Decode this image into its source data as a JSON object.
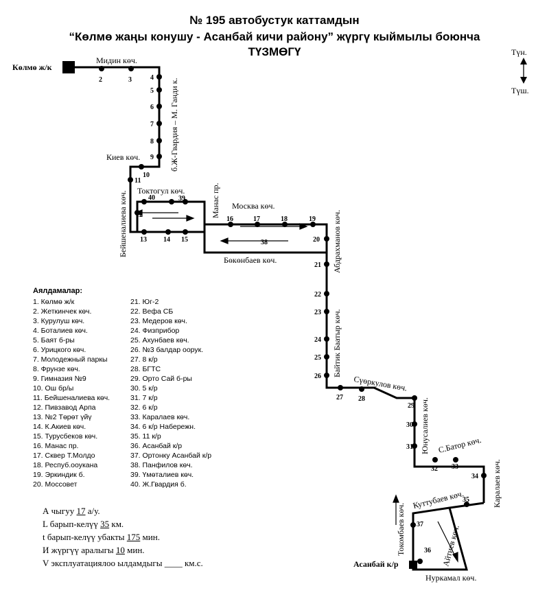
{
  "title": {
    "line1": "№ 195 автобустук каттамдын",
    "line2": "“Көлмө жаңы конушу - Асанбай кичи району” жүргү кыймылы боюнча",
    "line3": "ТҮЗМӨГҮ"
  },
  "compass": {
    "north": "Түн.",
    "south": "Түш."
  },
  "terminals": {
    "start": "Көлмө ж/к",
    "end": "Асанбай к/р"
  },
  "streets": {
    "midin": "Мидин көч.",
    "gandi": "б.Ж-Гвардия – М. Ганди к.",
    "kiev": "Киев көч.",
    "beishenalieva": "Бейшеналиева көч.",
    "toktogul": "Токтогул көч.",
    "manas": "Манас пр.",
    "moskva": "Москва көч.",
    "bokonbaev": "Бөкөнбаев көч.",
    "abdrakhmanov": "Абдрахманов көч.",
    "baitik": "Байтик Баатыр көч.",
    "suerkulov": "Сүөркулов көч.",
    "yunusaliev": "Юнусалиев көч.",
    "sbator": "С.Батор көч.",
    "karalaev": "Каралаев көч.",
    "kuttubaev": "Куттубаев көч.",
    "tokombaev": "Токомбаев көч.",
    "aitiev": "Айтиев көч.",
    "nurkamal": "Нуркамал көч."
  },
  "stop_numbers": {
    "s2": "2",
    "s3": "3",
    "s4": "4",
    "s5": "5",
    "s6": "6",
    "s7": "7",
    "s8": "8",
    "s9": "9",
    "s10": "10",
    "s11": "11",
    "s12": "12",
    "s13": "13",
    "s14": "14",
    "s15": "15",
    "s16": "16",
    "s17": "17",
    "s18": "18",
    "s19": "19",
    "s20": "20",
    "s21": "21",
    "s22": "22",
    "s23": "23",
    "s24": "24",
    "s25": "25",
    "s26": "26",
    "s27": "27",
    "s28": "28",
    "s29": "29",
    "s30": "30",
    "s31": "31",
    "s32": "32",
    "s33": "33",
    "s34": "34",
    "s35": "35",
    "s36": "36",
    "s37": "37",
    "s38": "38",
    "s39": "39",
    "s40": "40"
  },
  "stops_header": "Аялдамалар:",
  "stops_col1": [
    "1. Көлмө ж/к",
    "2. Жеткинчек көч.",
    "3. Курулуш көч.",
    "4. Боталиев көч.",
    "5. Баят б-ры",
    "6. Урицкого көч.",
    "7. Молодежный паркы",
    "8. Фрунзе көч.",
    "9. Гимназия №9",
    "10. Ош бр/ы",
    "11. Бейшеналиева көч.",
    "12. Пивзавод Арпа",
    "13. №2 Төрөт үйү",
    "14. К.Акиев көч.",
    "15. Турусбеков көч.",
    "16. Манас пр.",
    "17. Сквер Т.Молдо",
    "18. Респуб.ооукана",
    "19. Эркиндик б.",
    "20. Моссовет"
  ],
  "stops_col2": [
    "21. Юг-2",
    "22. Вефа СБ",
    "23. Медеров көч.",
    "24. Физприбор",
    "25. Ахунбаев көч.",
    "26. №3 балдар оорук.",
    "27. 8 к/р",
    "28. БГТС",
    "29. Орто Сай б-ры",
    "30. 5 к/р",
    "31. 7 к/р",
    "32. 6 к/р",
    "33. Каралаев көч.",
    "34. 6 к/р Набережн.",
    "35. 11 к/р",
    "36. Асанбай к/р",
    "37. Ортонку Асанбай к/р",
    "38. Панфилов көч.",
    "39. Үмөталиев көч.",
    "40. Ж.Гвардия б."
  ],
  "params": {
    "a_label": "А чыгуу",
    "a_value": "17",
    "a_unit": "а/у.",
    "l_label": "L барып-келүү",
    "l_value": "35",
    "l_unit": "км.",
    "t_label": "t барып-келүү убакты",
    "t_value": "175",
    "t_unit": "мин.",
    "i_label": "И жүргүү аралыгы",
    "i_value": "10",
    "i_unit": "мин.",
    "v_label": "V эксплуатациялоо ылдамдыгы",
    "v_value": "____",
    "v_unit": "км.с."
  }
}
